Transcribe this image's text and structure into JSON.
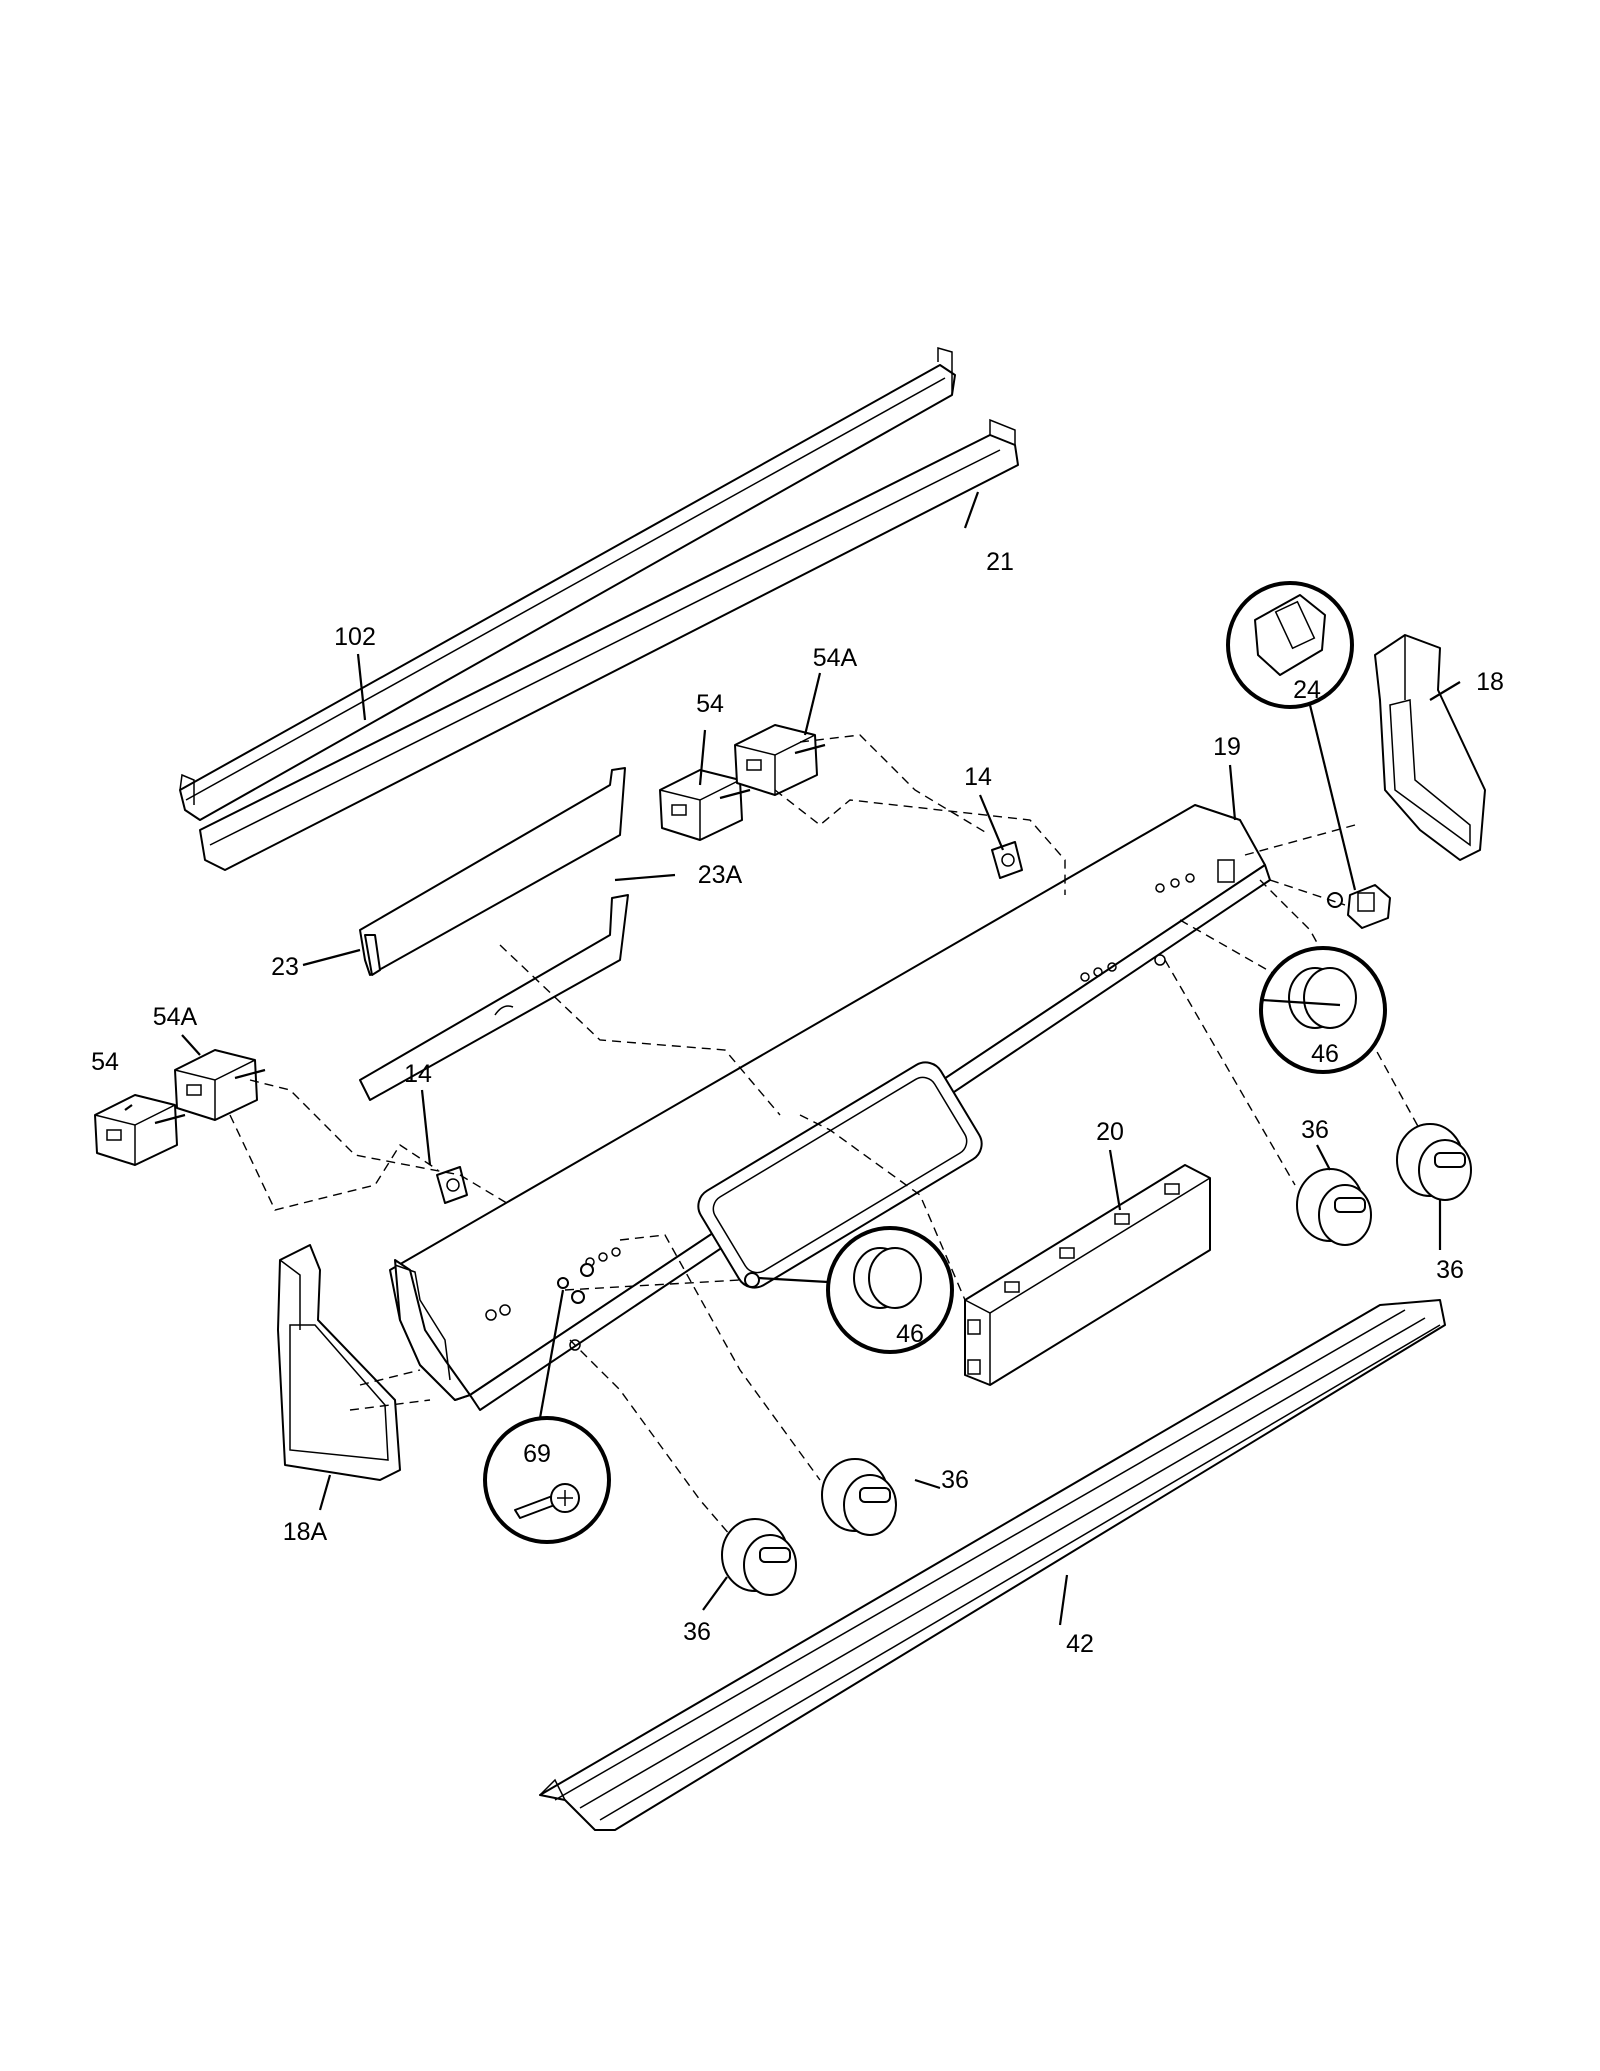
{
  "labels": {
    "p102": "102",
    "p21": "21",
    "p54_top": "54",
    "p54a_top": "54A",
    "p14_top": "14",
    "p19": "19",
    "p24": "24",
    "p18": "18",
    "p23": "23",
    "p23a": "23A",
    "p54_left": "54",
    "p54a_left": "54A",
    "p14_left": "14",
    "p46_right": "46",
    "p20": "20",
    "p36_right_a": "36",
    "p36_right_b": "36",
    "p46_mid": "46",
    "p69": "69",
    "p36_mid": "36",
    "p36_low": "36",
    "p18a": "18A",
    "p42": "42"
  }
}
